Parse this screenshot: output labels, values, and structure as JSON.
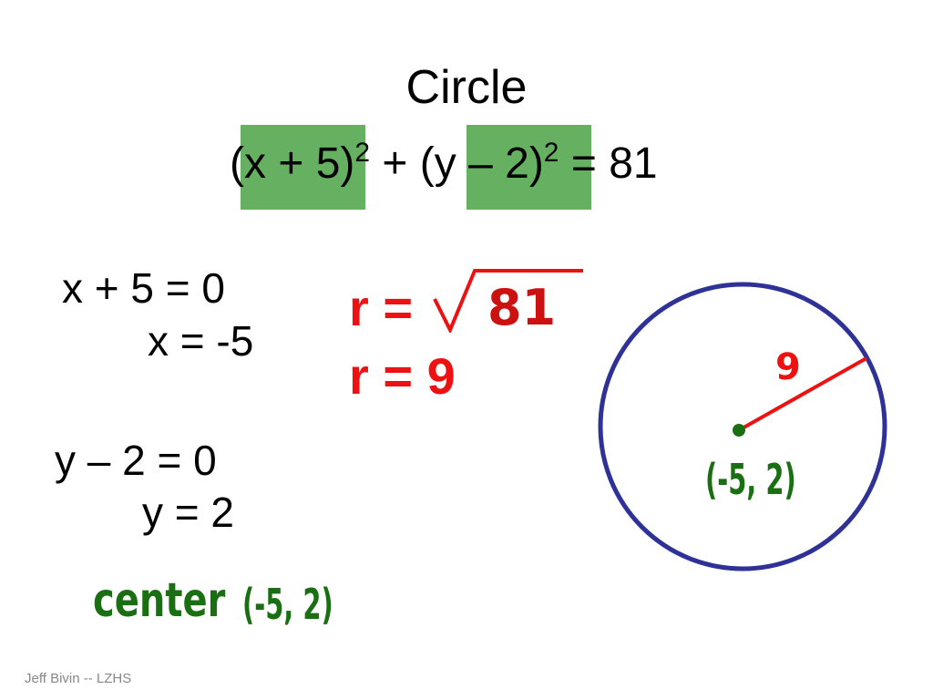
{
  "slide": {
    "title": "Circle",
    "equation": {
      "open1": "(",
      "term1": "x + 5",
      "close1": ")",
      "exp1": "2",
      "plus": " + ",
      "open2": "(",
      "term2": "y – 2",
      "close2": ")",
      "exp2": "2",
      "rhs": " = 81"
    },
    "steps": {
      "x_line1": "x + 5 = 0",
      "x_line2": "x = -5",
      "y_line1": "y – 2 = 0",
      "y_line2": "y = 2"
    },
    "radius": {
      "line1_prefix": "r =",
      "line1_value": "81",
      "line2": "r = 9"
    },
    "center_label": "center",
    "center_value": "(-5, 2)",
    "diagram": {
      "radius_label": "9",
      "center_label": "(-5, 2)"
    },
    "footer": "Jeff Bivin -- LZHS",
    "colors": {
      "highlight": "#66b062",
      "red": "#ee1111",
      "green": "#1a6f13",
      "circle": "#2e3196"
    }
  }
}
